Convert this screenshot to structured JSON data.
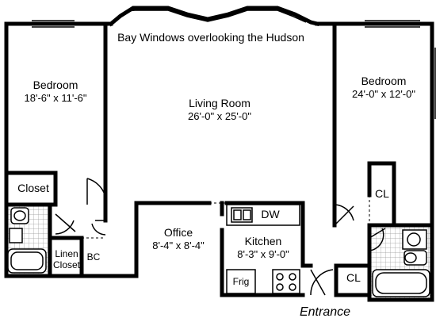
{
  "header_title": "Bay Windows overlooking the Hudson",
  "rooms": {
    "bedroom_left": {
      "name": "Bedroom",
      "dims": "18'-6\" x 11'-6\""
    },
    "living_room": {
      "name": "Living Room",
      "dims": "26'-0\" x 25'-0\""
    },
    "bedroom_right": {
      "name": "Bedroom",
      "dims": "24'-0\" x 12'-0\""
    },
    "office": {
      "name": "Office",
      "dims": "8'-4\" x 8'-4\""
    },
    "kitchen": {
      "name": "Kitchen",
      "dims": "8'-3\" x 9'-0\""
    }
  },
  "closets": {
    "closet_left": "Closet",
    "linen_line1": "Linen",
    "linen_line2": "Closet",
    "bc": "BC",
    "cl_right_upper": "CL",
    "cl_right_lower": "CL"
  },
  "appliances": {
    "dw": "DW",
    "frig": "Frig"
  },
  "entrance": "Entrance"
}
